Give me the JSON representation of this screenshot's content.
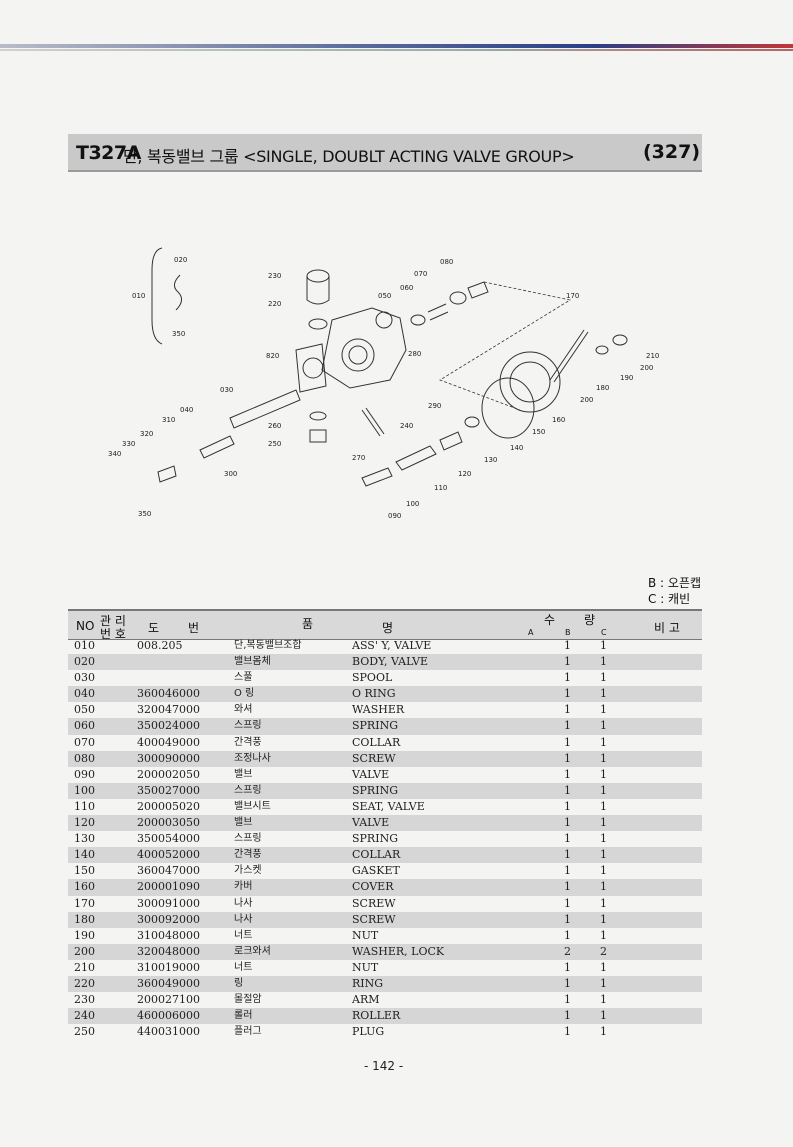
{
  "header": {
    "code": "T327A",
    "title": "단, 복동밸브 그룹 <SINGLE, DOUBLT ACTING VALVE GROUP>",
    "page_ref": "(327)"
  },
  "diagram": {
    "callouts": [
      "010",
      "020",
      "350",
      "230",
      "220",
      "820",
      "030",
      "040",
      "310",
      "320",
      "330",
      "340",
      "350",
      "300",
      "260",
      "250",
      "270",
      "240",
      "290",
      "280",
      "050",
      "060",
      "070",
      "080",
      "170",
      "210",
      "200",
      "190",
      "180",
      "200",
      "160",
      "150",
      "140",
      "130",
      "120",
      "110",
      "100",
      "090"
    ]
  },
  "legend": {
    "b": "B : 오픈캡",
    "c": "C : 캐빈"
  },
  "table": {
    "headers": {
      "no": "NO",
      "mgmt_top": "관 리",
      "mgmt_bottom": "번 호",
      "drawing_1": "도",
      "drawing_2": "번",
      "name_1": "품",
      "name_2": "명",
      "qty_1": "수",
      "qty_2": "량",
      "a": "A",
      "b": "B",
      "c": "C",
      "remarks": "비 고"
    },
    "rows": [
      {
        "no": "010",
        "part": "008.205",
        "kr": "단,복동밸브조합",
        "en": "ASS' Y, VALVE",
        "b": "1",
        "c": "1"
      },
      {
        "no": "020",
        "part": "",
        "kr": "밸브몸체",
        "en": "BODY, VALVE",
        "b": "1",
        "c": "1"
      },
      {
        "no": "030",
        "part": "",
        "kr": "스풀",
        "en": "SPOOL",
        "b": "1",
        "c": "1"
      },
      {
        "no": "040",
        "part": "360046000",
        "kr": "O 링",
        "en": "O RING",
        "b": "1",
        "c": "1"
      },
      {
        "no": "050",
        "part": "320047000",
        "kr": "와셔",
        "en": "WASHER",
        "b": "1",
        "c": "1"
      },
      {
        "no": "060",
        "part": "350024000",
        "kr": "스프링",
        "en": "SPRING",
        "b": "1",
        "c": "1"
      },
      {
        "no": "070",
        "part": "400049000",
        "kr": "간격풍",
        "en": "COLLAR",
        "b": "1",
        "c": "1"
      },
      {
        "no": "080",
        "part": "300090000",
        "kr": "조정나사",
        "en": "SCREW",
        "b": "1",
        "c": "1"
      },
      {
        "no": "090",
        "part": "200002050",
        "kr": "밸브",
        "en": "VALVE",
        "b": "1",
        "c": "1"
      },
      {
        "no": "100",
        "part": "350027000",
        "kr": "스프링",
        "en": "SPRING",
        "b": "1",
        "c": "1"
      },
      {
        "no": "110",
        "part": "200005020",
        "kr": "밸브시트",
        "en": "SEAT, VALVE",
        "b": "1",
        "c": "1"
      },
      {
        "no": "120",
        "part": "200003050",
        "kr": "밸브",
        "en": "VALVE",
        "b": "1",
        "c": "1"
      },
      {
        "no": "130",
        "part": "350054000",
        "kr": "스프링",
        "en": "SPRING",
        "b": "1",
        "c": "1"
      },
      {
        "no": "140",
        "part": "400052000",
        "kr": "간격풍",
        "en": "COLLAR",
        "b": "1",
        "c": "1"
      },
      {
        "no": "150",
        "part": "360047000",
        "kr": "가스켓",
        "en": "GASKET",
        "b": "1",
        "c": "1"
      },
      {
        "no": "160",
        "part": "200001090",
        "kr": "카버",
        "en": "COVER",
        "b": "1",
        "c": "1"
      },
      {
        "no": "170",
        "part": "300091000",
        "kr": "나사",
        "en": "SCREW",
        "b": "1",
        "c": "1"
      },
      {
        "no": "180",
        "part": "300092000",
        "kr": "나사",
        "en": "SCREW",
        "b": "1",
        "c": "1"
      },
      {
        "no": "190",
        "part": "310048000",
        "kr": "너트",
        "en": "NUT",
        "b": "1",
        "c": "1"
      },
      {
        "no": "200",
        "part": "320048000",
        "kr": "로크와셔",
        "en": "WASHER, LOCK",
        "b": "2",
        "c": "2"
      },
      {
        "no": "210",
        "part": "310019000",
        "kr": "너트",
        "en": "NUT",
        "b": "1",
        "c": "1"
      },
      {
        "no": "220",
        "part": "360049000",
        "kr": "링",
        "en": "RING",
        "b": "1",
        "c": "1"
      },
      {
        "no": "230",
        "part": "200027100",
        "kr": "몰절암",
        "en": "ARM",
        "b": "1",
        "c": "1"
      },
      {
        "no": "240",
        "part": "460006000",
        "kr": "롤러",
        "en": "ROLLER",
        "b": "1",
        "c": "1"
      },
      {
        "no": "250",
        "part": "440031000",
        "kr": "플러그",
        "en": "PLUG",
        "b": "1",
        "c": "1"
      }
    ]
  },
  "footer": {
    "page": "- 142 -"
  }
}
